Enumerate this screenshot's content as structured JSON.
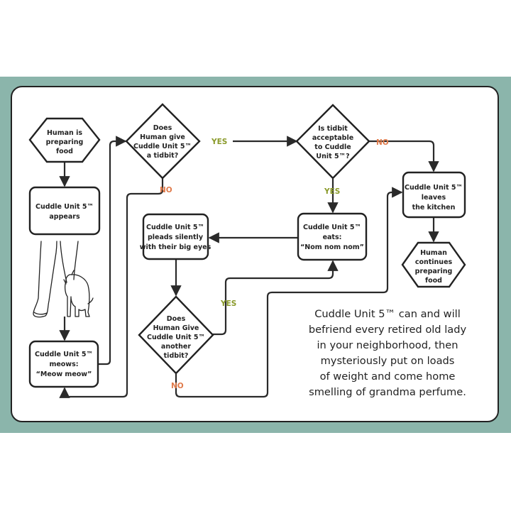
{
  "nodes": {
    "human_preparing": [
      "Human is",
      "preparing",
      "food"
    ],
    "appears": [
      "Cuddle Unit 5™",
      "appears"
    ],
    "meows": [
      "Cuddle Unit 5™",
      "meows:",
      "“Meow meow”"
    ],
    "give_tidbit": [
      "Does",
      "Human give",
      "Cuddle Unit 5™",
      "a tidbit?"
    ],
    "acceptable": [
      "Is tidbit",
      "acceptable",
      "to  Cuddle",
      "Unit 5™?"
    ],
    "leaves": [
      "Cuddle Unit 5™",
      "leaves",
      "the kitchen"
    ],
    "eats": [
      "Cuddle Unit 5™",
      "eats:",
      "“Nom nom nom”"
    ],
    "pleads": [
      "Cuddle Unit 5™",
      "pleads silently",
      "with their big eyes"
    ],
    "another": [
      "Does",
      "Human Give",
      "Cuddle Unit 5™",
      "another",
      "tidbit?"
    ],
    "continues": [
      "Human",
      "continues",
      "preparing",
      "food"
    ]
  },
  "labels": {
    "yes_give": "YES",
    "no_give": "NO",
    "no_acceptable": "NO",
    "yes_acceptable": "YES",
    "yes_another": "YES",
    "no_another": "NO"
  },
  "caption": [
    "Cuddle Unit 5™ can and will",
    "befriend every retired old lady",
    "in your neighborhood, then",
    "mysteriously put on loads",
    "of weight and come home",
    "smelling of grandma perfume."
  ],
  "colors": {
    "frame": "#8bb5ab",
    "yes": "#8a9a2a",
    "no": "#e07a4a",
    "ink": "#222222"
  },
  "illustration": "legs-and-cat-icon"
}
